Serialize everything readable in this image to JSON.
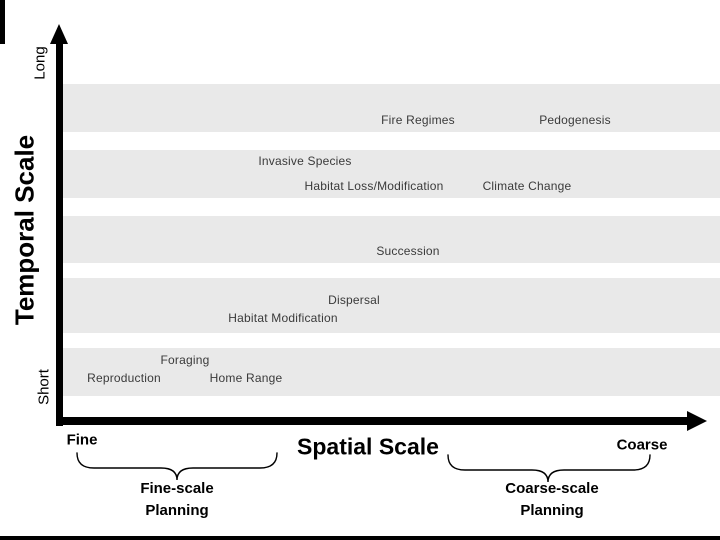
{
  "y_axis": {
    "title": "Temporal Scale",
    "max_label": "Long",
    "min_label": "Short"
  },
  "x_axis": {
    "title": "Spatial Scale",
    "min_label": "Fine",
    "max_label": "Coarse"
  },
  "bands": [
    {
      "labels": [
        "Fire Regimes",
        "Pedogenesis"
      ]
    },
    {
      "labels": [
        "Invasive Species",
        "Habitat Loss/Modification",
        "Climate Change"
      ]
    },
    {
      "labels": [
        "Succession"
      ]
    },
    {
      "labels": [
        "Dispersal",
        "Habitat Modification"
      ]
    },
    {
      "labels": [
        "Foraging",
        "Reproduction",
        "Home Range"
      ]
    }
  ],
  "annotations": {
    "fine_scale": {
      "line1": "Fine-scale",
      "line2": "Planning"
    },
    "coarse_scale": {
      "line1": "Coarse-scale",
      "line2": "Planning"
    }
  },
  "colors": {
    "band_fill": "#e9e9e9",
    "label_text": "#3a3a3a",
    "axis": "#000000"
  }
}
